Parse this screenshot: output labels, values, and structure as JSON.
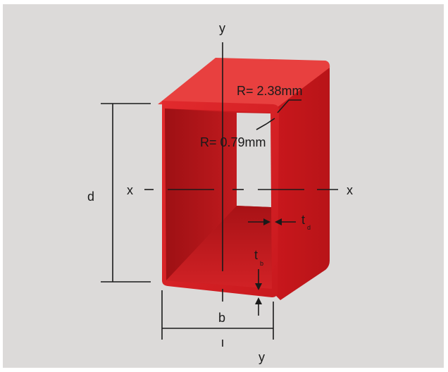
{
  "diagram": {
    "labels": {
      "axis_y_top": "y",
      "axis_y_bottom": "y",
      "axis_x_left": "x",
      "axis_x_right": "x",
      "depth": "d",
      "width": "b",
      "outer_radius": "R=  2.38mm",
      "inner_radius": "R= 0.79mm",
      "thickness_d": "t",
      "thickness_d_sub": "d",
      "thickness_b": "t",
      "thickness_b_sub": "b"
    },
    "colors": {
      "background": "#dcdad9",
      "tube_front": "#d41f24",
      "tube_side": "#c2181d",
      "tube_top": "#e63a3c",
      "tube_inner": "#b8161b",
      "lines": "#1a1a1a"
    }
  }
}
